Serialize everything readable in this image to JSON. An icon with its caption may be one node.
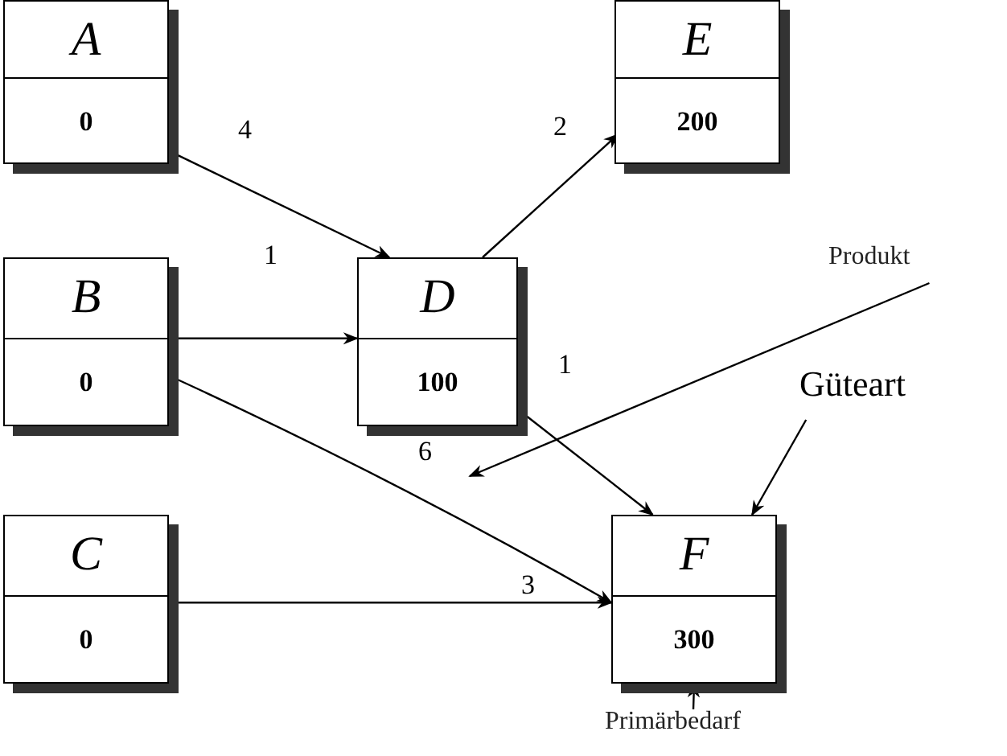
{
  "diagram": {
    "nodes": [
      {
        "text": [
          "A",
          "0"
        ]
      },
      {
        "text": [
          "E",
          "200"
        ]
      },
      {
        "text": [
          "B",
          "0"
        ]
      },
      {
        "text": [
          "D",
          "100"
        ]
      },
      {
        "text": [
          "C",
          "0"
        ]
      },
      {
        "text": [
          "F",
          "300"
        ]
      },
      {
        "text": [
          "Produkt"
        ]
      },
      {
        "text": [
          "Güteart"
        ]
      },
      {
        "text": [
          "Primärbedarf"
        ]
      }
    ],
    "edges": [
      {
        "from": 0,
        "to": 3,
        "arrow": "to",
        "label": "4"
      },
      {
        "from": 3,
        "to": 1,
        "arrow": "to",
        "label": "2"
      },
      {
        "from": 2,
        "to": 3,
        "arrow": "to",
        "label": "1"
      },
      {
        "from": 3,
        "to": 5,
        "arrow": "to",
        "label": "1"
      },
      {
        "from": 2,
        "to": 5,
        "arrow": "to",
        "label": "6"
      },
      {
        "from": 4,
        "to": 5,
        "arrow": "to",
        "label": "3"
      },
      {
        "from": 6,
        "to": null,
        "arrow": "to"
      },
      {
        "from": 7,
        "to": 5,
        "arrow": "to"
      },
      {
        "from": 8,
        "to": 5,
        "arrow": "to"
      }
    ]
  }
}
